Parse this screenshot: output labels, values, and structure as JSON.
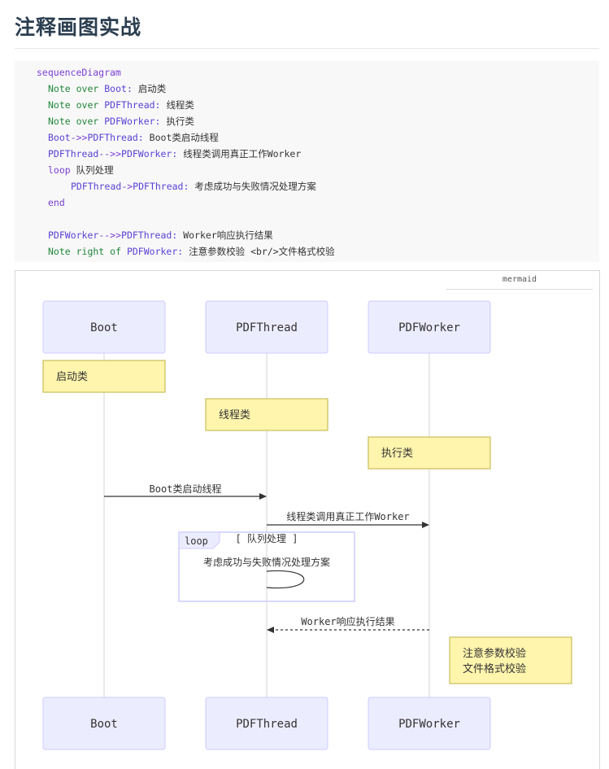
{
  "page": {
    "title": "注释画图实战"
  },
  "code": {
    "l1": "sequenceDiagram",
    "l2_kw": "Note over",
    "l2_target": "Boot:",
    "l2_text": "启动类",
    "l3_kw": "Note over",
    "l3_target": "PDFThread:",
    "l3_text": "线程类",
    "l4_kw": "Note over",
    "l4_target": "PDFWorker:",
    "l4_text": "执行类",
    "l5_a": "Boot",
    "l5_arrow": "->>",
    "l5_b": "PDFThread:",
    "l5_text": "Boot类启动线程",
    "l6_a": "PDFThread",
    "l6_arrow": "-->>",
    "l6_b": "PDFWorker:",
    "l6_text": "线程类调用真正工作Worker",
    "l7_kw": "loop",
    "l7_text": "队列处理",
    "l8_a": "PDFThread",
    "l8_arrow": "->",
    "l8_b": "PDFThread:",
    "l8_text": "考虑成功与失败情况处理方案",
    "l9": "end",
    "l10_a": "PDFWorker",
    "l10_arrow": "-->>",
    "l10_b": "PDFThread:",
    "l10_text": "Worker响应执行结果",
    "l11_kw": "Note right of",
    "l11_target": "PDFWorker:",
    "l11_text": "注意参数校验 <br/>文件格式校验"
  },
  "diagram": {
    "label": "mermaid",
    "actors": [
      "Boot",
      "PDFThread",
      "PDFWorker"
    ],
    "notes": [
      "启动类",
      "线程类",
      "执行类"
    ],
    "messages": {
      "m1": "Boot类启动线程",
      "m2": "线程类调用真正工作Worker",
      "m3": "考虑成功与失败情况处理方案",
      "m4": "Worker响应执行结果"
    },
    "loop": {
      "keyword": "loop",
      "label": "[ 队列处理 ]"
    },
    "final_note": {
      "line1": "注意参数校验",
      "line2": "文件格式校验"
    }
  }
}
